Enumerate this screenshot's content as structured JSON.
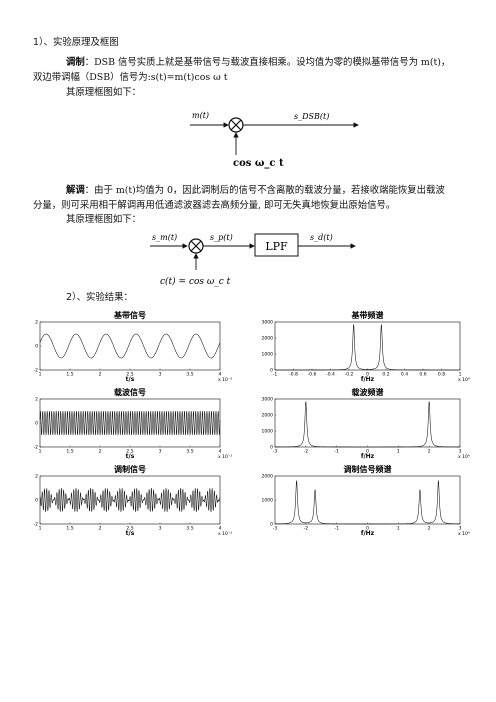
{
  "section1": {
    "heading": "1）、实验原理及框图"
  },
  "modulation": {
    "term": "调制",
    "text1": "：DSB 信号实质上就是基带信号与载波直接相乘。设均值为零的模拟基带信号为 m(t)，",
    "text2": "双边带调幅（DSB）信号为:s(t)=m(t)cos ω t",
    "diagram_caption": "其原理框图如下："
  },
  "diagram1": {
    "input": "m(t)",
    "output": "s_DSB(t)",
    "carrier": "cos ω_c t"
  },
  "demodulation": {
    "term": "解调",
    "text1": "：由于 m(t)均值为 0，因此调制后的信号不含离散的载波分量，若接收端能恢复出载波",
    "text2": "分量，则可采用相干解调再用低通滤波器滤去高频分量, 即可无失真地恢复出原始信号。",
    "diagram_caption": "其原理框图如下："
  },
  "diagram2": {
    "input": "s_m(t)",
    "mid": "s_p(t)",
    "block": "LPF",
    "output": "s_d(t)",
    "carrier": "c(t) = cos ω_c t"
  },
  "section2": {
    "heading": "2）、实验结果："
  },
  "plots": {
    "p1": {
      "title": "基带信号",
      "xlabel": "t/s",
      "xticks": [
        "1",
        "1.5",
        "2",
        "2.5",
        "3",
        "3.5",
        "4"
      ],
      "yticks": [
        "2",
        "0",
        "-2"
      ],
      "xscale": "x 10⁻³"
    },
    "p2": {
      "title": "基带频谱",
      "xlabel": "f/Hz",
      "xticks": [
        "-1",
        "-0.8",
        "-0.6",
        "-0.4",
        "-0.2",
        "0",
        "0.2",
        "0.4",
        "0.6",
        "0.8",
        "1"
      ],
      "yticks": [
        "3000",
        "2000",
        "1000",
        "0"
      ],
      "xscale": "x 10⁴"
    },
    "p3": {
      "title": "载波信号",
      "xlabel": "t/s",
      "xticks": [
        "1",
        "1.5",
        "2",
        "2.5",
        "3",
        "3.5",
        "4"
      ],
      "yticks": [
        "2",
        "0",
        "-2"
      ],
      "xscale": "x 10⁻³"
    },
    "p4": {
      "title": "载波频谱",
      "xlabel": "f/Hz",
      "xticks": [
        "-3",
        "-2",
        "-1",
        "0",
        "1",
        "2",
        "3"
      ],
      "yticks": [
        "3000",
        "2000",
        "1000",
        "0"
      ],
      "xscale": "x 10⁴"
    },
    "p5": {
      "title": "调制信号",
      "xlabel": "t/s",
      "xticks": [
        "1",
        "1.5",
        "2",
        "2.5",
        "3",
        "3.5",
        "4"
      ],
      "yticks": [
        "2",
        "0",
        "-2"
      ],
      "xscale": "x 10⁻³"
    },
    "p6": {
      "title": "调制信号频谱",
      "xlabel": "f/Hz",
      "xticks": [
        "-3",
        "-2",
        "-1",
        "0",
        "1",
        "2",
        "3"
      ],
      "yticks": [
        "2000",
        "1000",
        "0"
      ],
      "xscale": "x 10⁴"
    }
  }
}
